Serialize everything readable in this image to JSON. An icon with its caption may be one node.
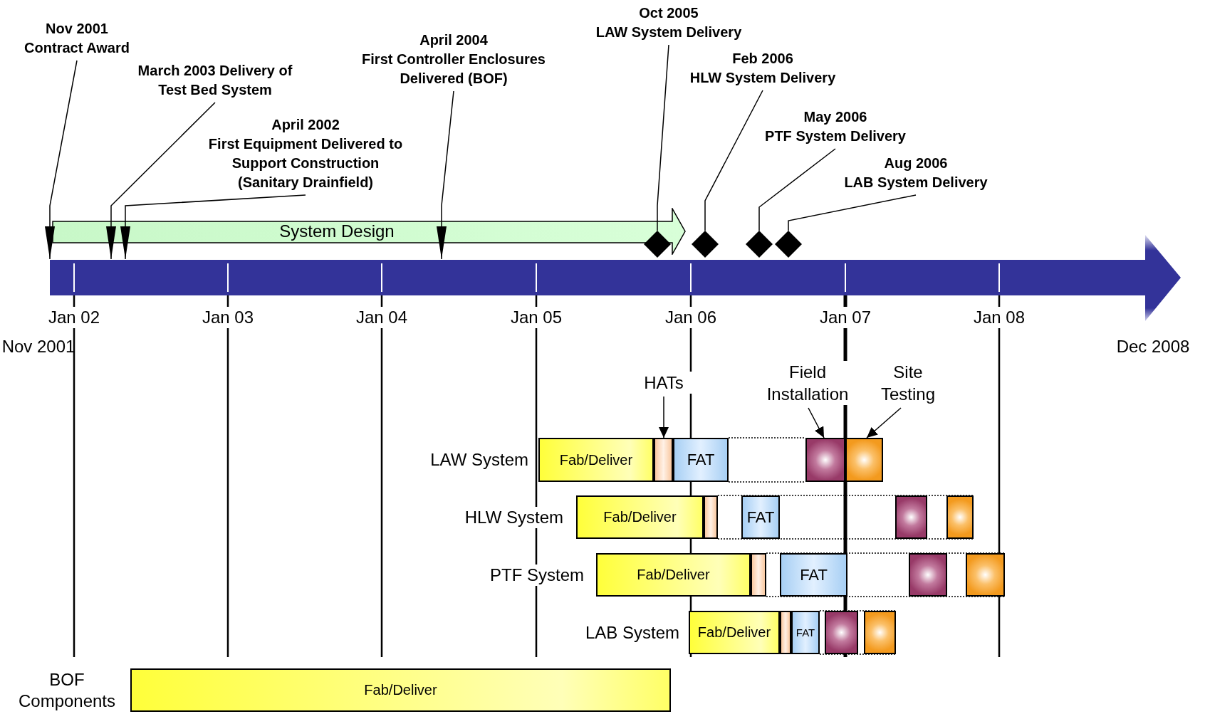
{
  "diagram": {
    "nodes": [
      {
        "text": [
          "Nov 2001",
          "Contract Award"
        ]
      },
      {
        "text": [
          "March 2003 Delivery of Test Bed System"
        ]
      },
      {
        "text": [
          "April 2002",
          "First Equipment Delivered to Support Construction (Sanitary Drainfield)"
        ]
      },
      {
        "text": [
          "April 2004",
          "First Controller Enclosures Delivered (BOF)"
        ]
      },
      {
        "text": [
          "Oct 2005",
          "LAW System Delivery"
        ]
      },
      {
        "text": [
          "Feb 2006",
          "HLW System Delivery"
        ]
      },
      {
        "text": [
          "May 2006",
          "PTF System Delivery"
        ]
      },
      {
        "text": [
          "Aug 2006",
          "LAB System Delivery"
        ]
      },
      {
        "text": [
          "System Design"
        ]
      },
      {
        "text": [],
        "shape": "diamond"
      },
      {
        "text": [],
        "shape": "diamond"
      },
      {
        "text": [],
        "shape": "diamond"
      },
      {
        "text": [],
        "shape": "diamond"
      },
      {
        "text": [
          "HATs"
        ]
      },
      {
        "text": [
          "Field Installation"
        ]
      },
      {
        "text": [
          "Site Testing"
        ]
      },
      {
        "text": [
          "Fab/Deliver"
        ]
      },
      {
        "text": [],
        "shape": "bar"
      },
      {
        "text": [
          "FAT"
        ]
      },
      {
        "text": [],
        "shape": "bar"
      },
      {
        "text": [],
        "shape": "bar"
      },
      {
        "text": [
          "Fab/Deliver"
        ]
      },
      {
        "text": [],
        "shape": "bar"
      },
      {
        "text": [
          "FAT"
        ]
      },
      {
        "text": [],
        "shape": "bar"
      },
      {
        "text": [],
        "shape": "bar"
      },
      {
        "text": [
          "Fab/Deliver"
        ]
      },
      {
        "text": [],
        "shape": "bar"
      },
      {
        "text": [
          "FAT"
        ]
      },
      {
        "text": [],
        "shape": "bar"
      },
      {
        "text": [],
        "shape": "bar"
      },
      {
        "text": [
          "Fab/Deliver"
        ]
      },
      {
        "text": [],
        "shape": "bar"
      },
      {
        "text": [
          "FAT"
        ]
      },
      {
        "text": [],
        "shape": "bar"
      },
      {
        "text": [],
        "shape": "bar"
      },
      {
        "text": [
          "Fab/Deliver"
        ]
      },
      {
        "text": [],
        "shape": "arrow"
      }
    ],
    "edges": [
      {
        "from": 0,
        "to": 37,
        "arrow": "to"
      },
      {
        "from": 1,
        "to": 37,
        "arrow": "to"
      },
      {
        "from": 2,
        "to": 37,
        "arrow": "to"
      },
      {
        "from": 3,
        "to": 37,
        "arrow": "to"
      },
      {
        "from": 4,
        "to": 9,
        "arrow": "none"
      },
      {
        "from": 5,
        "to": 10,
        "arrow": "none"
      },
      {
        "from": 6,
        "to": 11,
        "arrow": "none"
      },
      {
        "from": 7,
        "to": 12,
        "arrow": "none"
      },
      {
        "from": 13,
        "to": 17,
        "arrow": "to"
      },
      {
        "from": 14,
        "to": 19,
        "arrow": "to"
      },
      {
        "from": 15,
        "to": 20,
        "arrow": "to"
      }
    ],
    "labels": [
      "Jan 02",
      "Jan 03",
      "Jan 04",
      "Jan 05",
      "Jan 06",
      "Jan 07",
      "Jan 08",
      "Nov 2001",
      "Dec 2008",
      "LAW System",
      "HLW System",
      "PTF System",
      "LAB System",
      "BOF Components"
    ]
  }
}
